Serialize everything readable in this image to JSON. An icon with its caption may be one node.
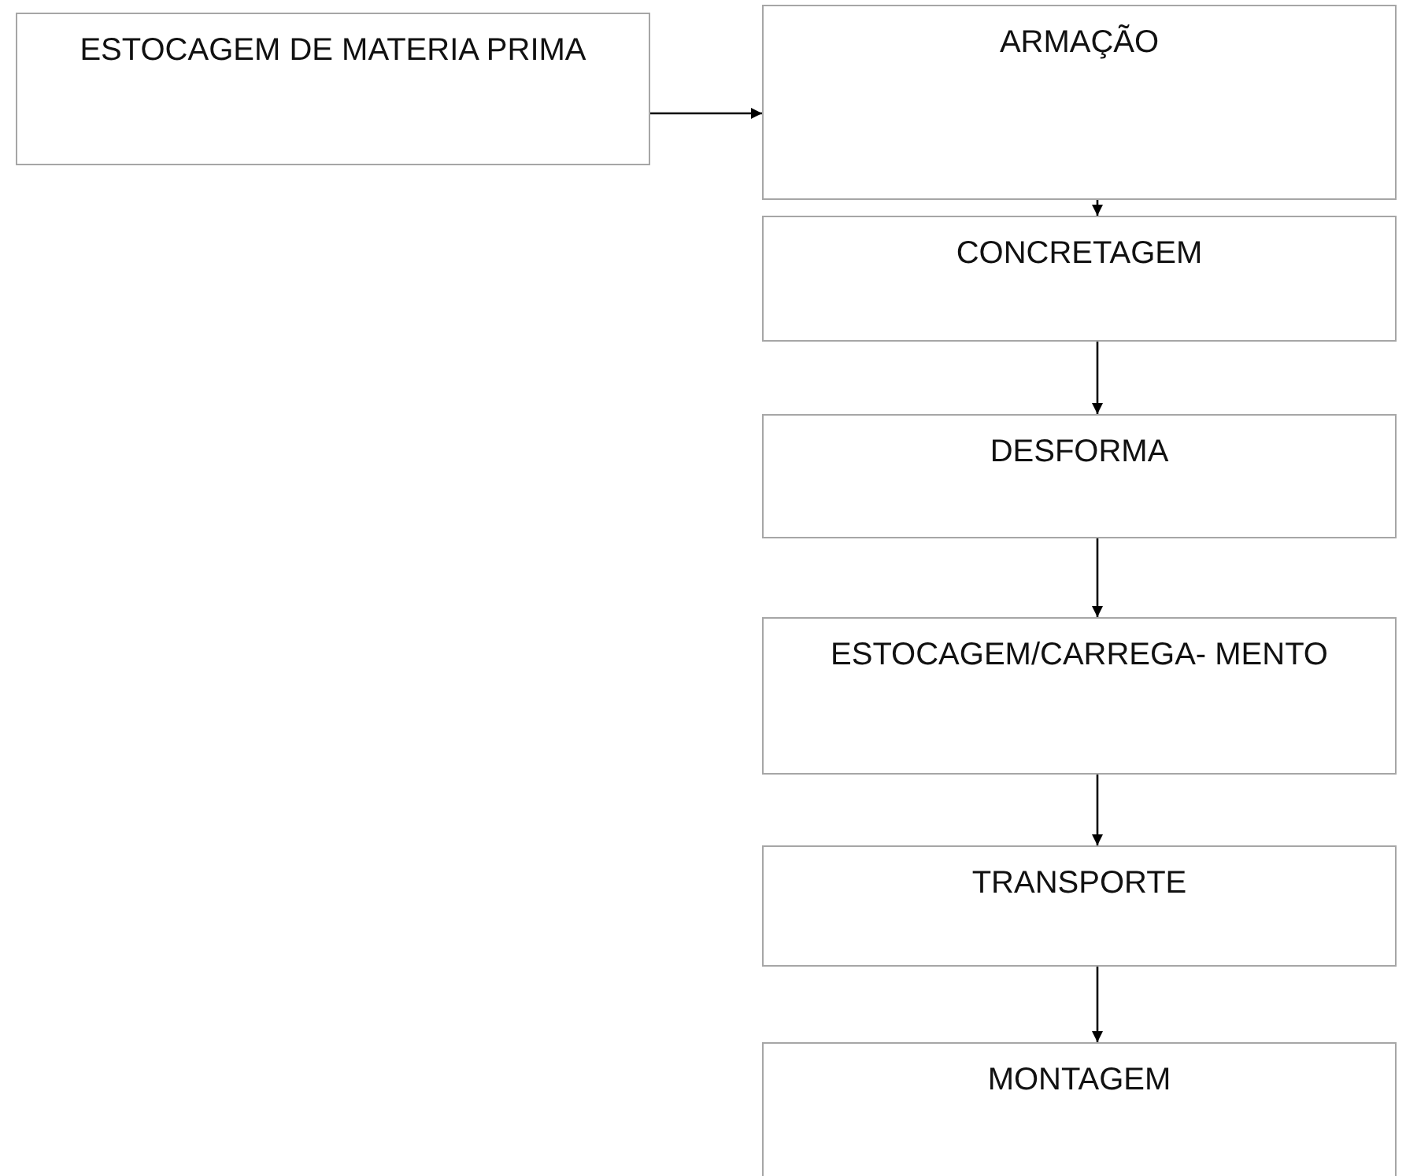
{
  "diagram": {
    "nodes": [
      {
        "text": [
          "ESTOCAGEM DE MATERIA PRIMA"
        ]
      },
      {
        "text": [
          "ARMAÇÃO"
        ]
      },
      {
        "text": [
          "CONCRETAGEM"
        ]
      },
      {
        "text": [
          "DESFORMA"
        ]
      },
      {
        "text": [
          "ESTOCAGEM/CARREGA- MENTO"
        ]
      },
      {
        "text": [
          "TRANSPORTE"
        ]
      },
      {
        "text": [
          "MONTAGEM"
        ]
      }
    ],
    "edges": [
      {
        "from": 0,
        "to": 1,
        "arrow": "to"
      },
      {
        "from": 1,
        "to": 2,
        "arrow": "to"
      },
      {
        "from": 2,
        "to": 3,
        "arrow": "to"
      },
      {
        "from": 3,
        "to": 4,
        "arrow": "to"
      },
      {
        "from": 4,
        "to": 5,
        "arrow": "to"
      },
      {
        "from": 5,
        "to": 6,
        "arrow": "to"
      }
    ]
  }
}
